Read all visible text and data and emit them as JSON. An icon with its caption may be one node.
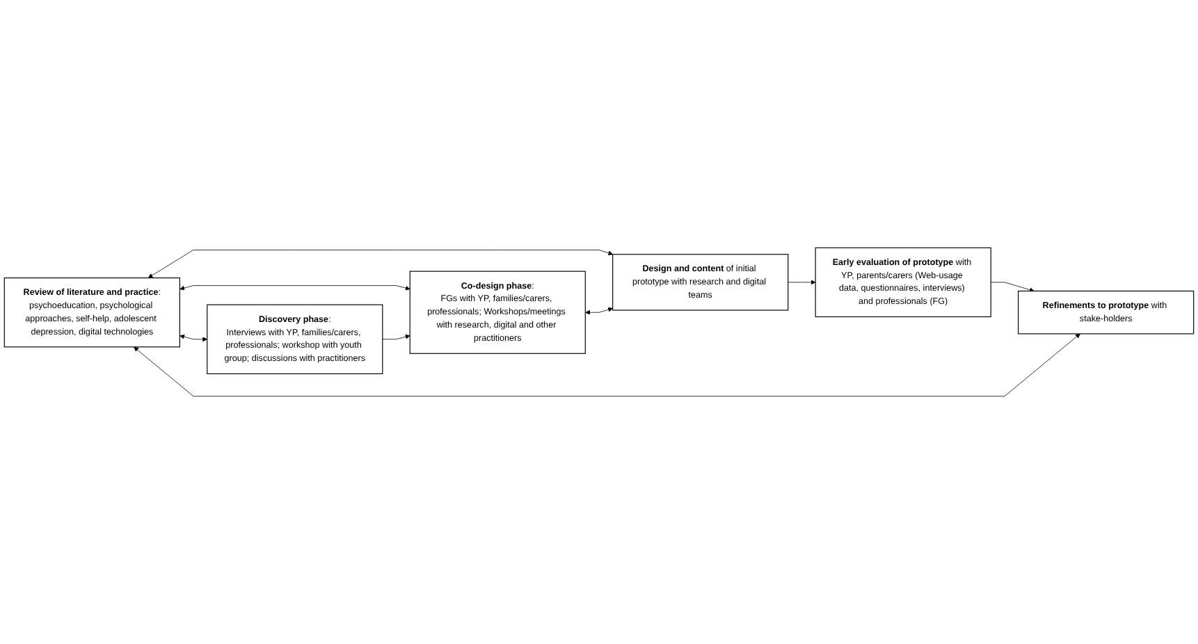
{
  "diagram": {
    "nodes": [
      {
        "text": [
          "**Review of literature and practice**:",
          "psychoeducation, psychological approaches, self-help, adolescent depression, digital technologies"
        ]
      },
      {
        "text": [
          "**Discovery phase**:",
          "Interviews with YP, families/carers, professionals; workshop with youth group; discussions with practitioners"
        ]
      },
      {
        "text": [
          "**Design and content** of initial prototype with research and digital teams"
        ]
      },
      {
        "text": [
          "**Early evaluation of prototype** with YP, parents/carers (Web-usage data, questionnaires, interviews) and professionals (FG)"
        ]
      },
      {
        "text": [
          "**Refinements to prototype** with stake-holders"
        ]
      },
      {
        "text": [
          "**Co-design phase**:",
          "FGs with YP, families/carers, professionals; Workshops/meetings with research, digital and other practitioners"
        ]
      }
    ],
    "edges": [
      {
        "from": 0,
        "to": 1,
        "arrow": "both"
      },
      {
        "from": 0,
        "to": 5,
        "arrow": "both"
      },
      {
        "from": 0,
        "to": 2,
        "arrow": "both"
      },
      {
        "from": 1,
        "to": 5,
        "arrow": "to"
      },
      {
        "from": 5,
        "to": 2,
        "arrow": "both"
      },
      {
        "from": 2,
        "to": 3,
        "arrow": "to"
      },
      {
        "from": 3,
        "to": 4,
        "arrow": "to"
      },
      {
        "from": 0,
        "to": 4,
        "arrow": "both"
      }
    ]
  }
}
